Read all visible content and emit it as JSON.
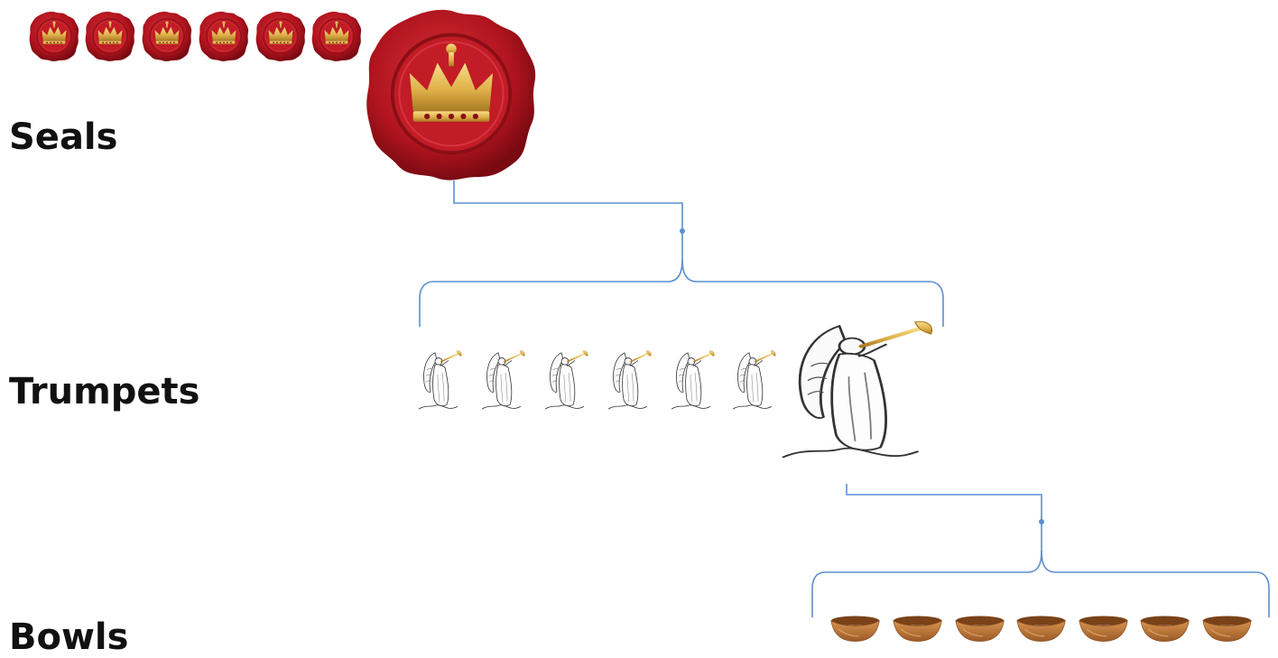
{
  "rows": {
    "seals": {
      "label": "Seals",
      "count": 7,
      "highlighted_index": 7
    },
    "trumpets": {
      "label": "Trumpets",
      "count": 7,
      "highlighted_index": 7
    },
    "bowls": {
      "label": "Bowls",
      "count": 7
    }
  },
  "icons": {
    "seal": "wax-seal-crown-icon",
    "trumpet": "angel-trumpet-icon",
    "bowl": "bowl-icon"
  },
  "colors": {
    "connector": "#5b8fcf",
    "seal_wax": "#b0141e",
    "seal_wax_dark": "#7a0a12",
    "crown_gold": "#e0b24a",
    "bowl": "#c57a3c",
    "bowl_dark": "#8a4e22",
    "angel_line": "#333333",
    "trumpet_gold": "#d4a23a"
  }
}
